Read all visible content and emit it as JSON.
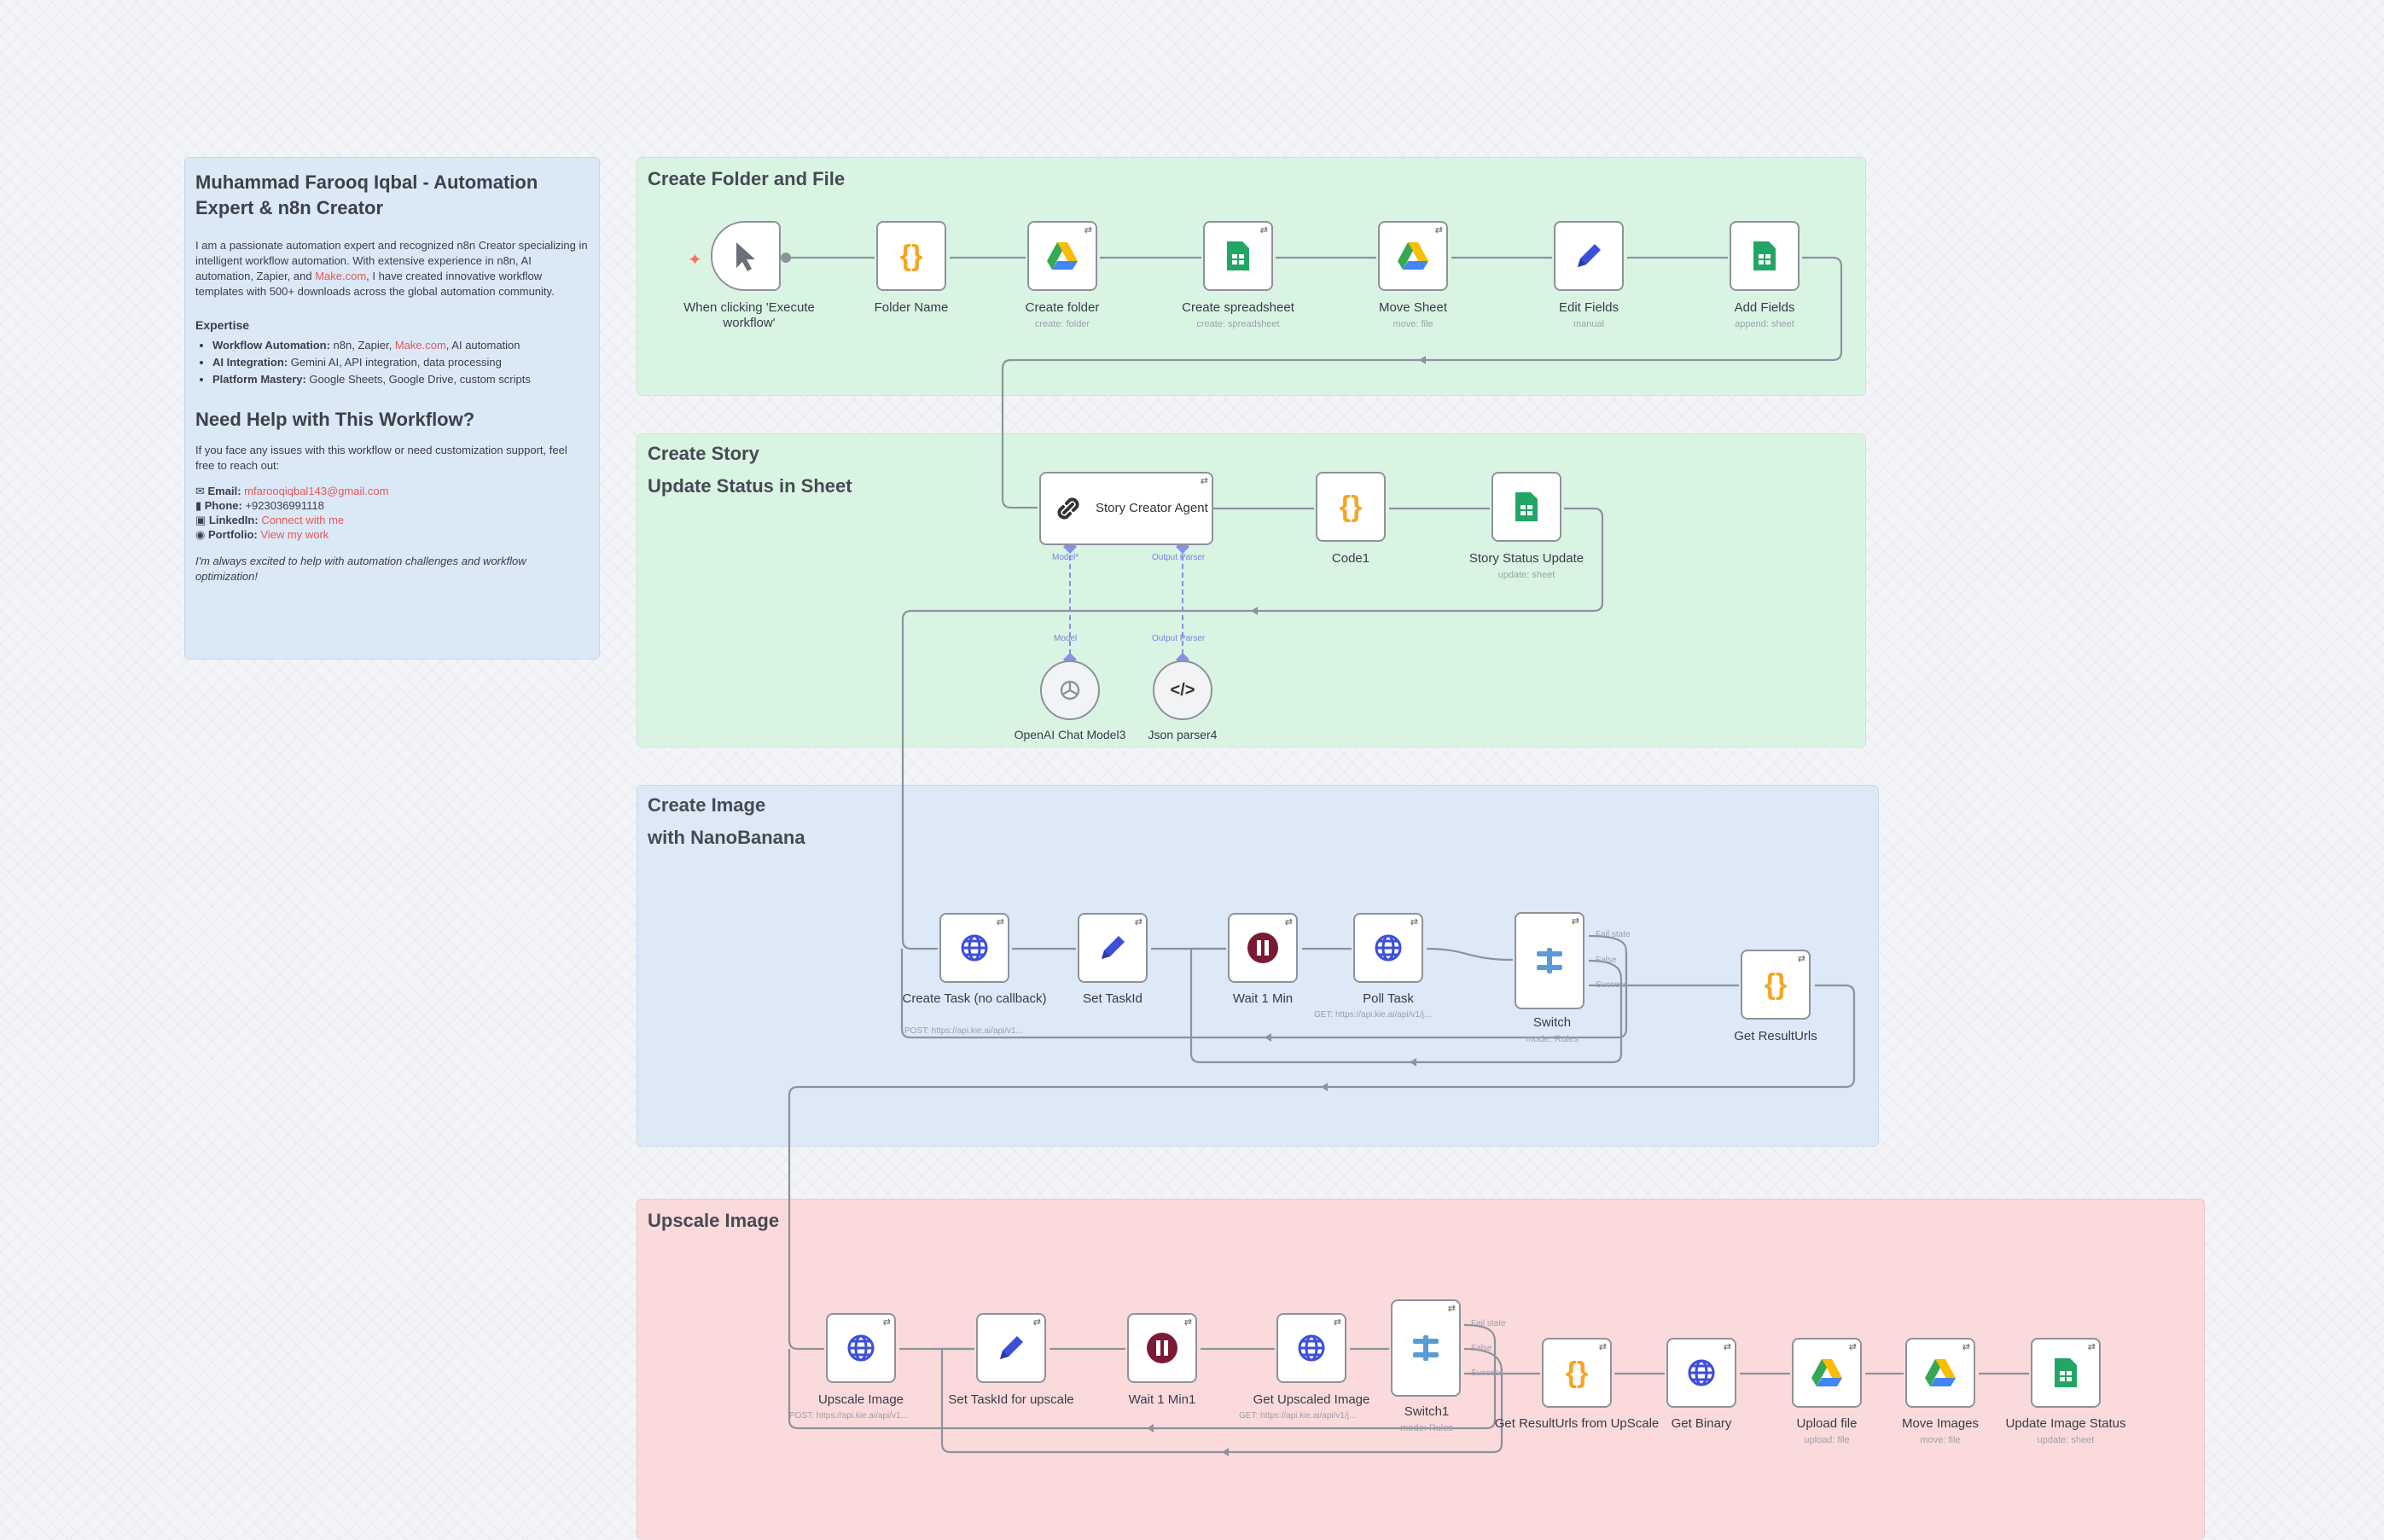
{
  "info": {
    "title": "Muhammad Farooq Iqbal - Automation Expert & n8n Creator",
    "intro_1": "I am a passionate automation expert and recognized n8n Creator specializing in intelligent workflow automation. With extensive experience in n8n, AI automation, Zapier, and ",
    "intro_link": "Make.com",
    "intro_2": ", I have created innovative workflow templates with 500+ downloads across the global automation community.",
    "expertise_title": "Expertise",
    "expertise": [
      {
        "label": "Workflow Automation:",
        "pre": " n8n, Zapier, ",
        "link": "Make.com",
        "post": ", AI automation"
      },
      {
        "label": "AI Integration:",
        "pre": " Gemini AI, API integration, data processing",
        "link": "",
        "post": ""
      },
      {
        "label": "Platform Mastery:",
        "pre": " Google Sheets, Google Drive, custom scripts",
        "link": "",
        "post": ""
      }
    ],
    "help_title": "Need Help with This Workflow?",
    "help_text": "If you face any issues with this workflow or need customization support, feel free to reach out:",
    "email_label": "Email:",
    "email_value": "mfarooqiqbal143@gmail.com",
    "phone_label": "Phone:",
    "phone_value": "+923036991118",
    "linkedin_label": "LinkedIn:",
    "linkedin_value": "Connect with me",
    "portfolio_label": "Portfolio:",
    "portfolio_value": "View my work",
    "closing": "I'm always excited to help with automation challenges and workflow optimization!"
  },
  "groups": {
    "folder": "Create Folder and File",
    "story": "Create Story",
    "story_2": "Update Status in Sheet",
    "image": "Create Image",
    "image_2": "with NanoBanana",
    "upscale": "Upscale Image"
  },
  "nodes": {
    "trigger": {
      "label": "When clicking 'Execute workflow'"
    },
    "folder_name": {
      "label": "Folder Name"
    },
    "create_folder": {
      "label": "Create folder",
      "sub": "create: folder"
    },
    "create_sheet": {
      "label": "Create spreadsheet",
      "sub": "create: spreadsheet"
    },
    "move_sheet": {
      "label": "Move Sheet",
      "sub": "move: file"
    },
    "edit_fields": {
      "label": "Edit Fields",
      "sub": "manual"
    },
    "add_fields": {
      "label": "Add Fields",
      "sub": "append: sheet"
    },
    "story_agent": {
      "label": "Story Creator Agent"
    },
    "code1": {
      "label": "Code1"
    },
    "story_status": {
      "label": "Story Status Update",
      "sub": "update: sheet"
    },
    "openai": {
      "label": "OpenAI Chat Model3"
    },
    "json_parser": {
      "label": "Json parser4"
    },
    "create_task": {
      "label": "Create Task (no callback)",
      "sub": "POST: https://api.kie.ai/api/v1..."
    },
    "set_taskid": {
      "label": "Set TaskId"
    },
    "wait1": {
      "label": "Wait 1 Min"
    },
    "poll_task": {
      "label": "Poll Task",
      "sub": "GET: https://api.kie.ai/api/v1/j..."
    },
    "switch": {
      "label": "Switch",
      "sub": "mode: Rules"
    },
    "get_result": {
      "label": "Get ResultUrls"
    },
    "upscale_image": {
      "label": "Upscale Image",
      "sub": "POST: https://api.kie.ai/api/v1..."
    },
    "set_taskid_up": {
      "label": "Set TaskId for upscale"
    },
    "wait2": {
      "label": "Wait 1 Min1"
    },
    "get_upscaled": {
      "label": "Get Upscaled Image",
      "sub": "GET: https://api.kie.ai/api/v1/j..."
    },
    "switch1": {
      "label": "Switch1",
      "sub": "mode: Rules"
    },
    "get_result_up": {
      "label": "Get ResultUrls from UpScale"
    },
    "get_binary": {
      "label": "Get Binary"
    },
    "upload_file": {
      "label": "Upload file",
      "sub": "upload: file"
    },
    "move_images": {
      "label": "Move Images",
      "sub": "move: file"
    },
    "update_status": {
      "label": "Update Image Status",
      "sub": "update: sheet"
    }
  },
  "ports": {
    "model": "Model*",
    "parser": "Output Parser",
    "model_in": "Model",
    "parser_in": "Output Parser",
    "fail": "Fail state",
    "false": "False",
    "success": "Success"
  },
  "colors": {
    "green_group": "#daf4e4",
    "blue_group": "#dde9f6",
    "red_group": "#fbdadc",
    "sheets": "#23a566",
    "drive_blue": "#4285f4",
    "code_orange": "#f5a524",
    "http_blue": "#3b4fd8",
    "wait_red": "#7b1a33"
  }
}
